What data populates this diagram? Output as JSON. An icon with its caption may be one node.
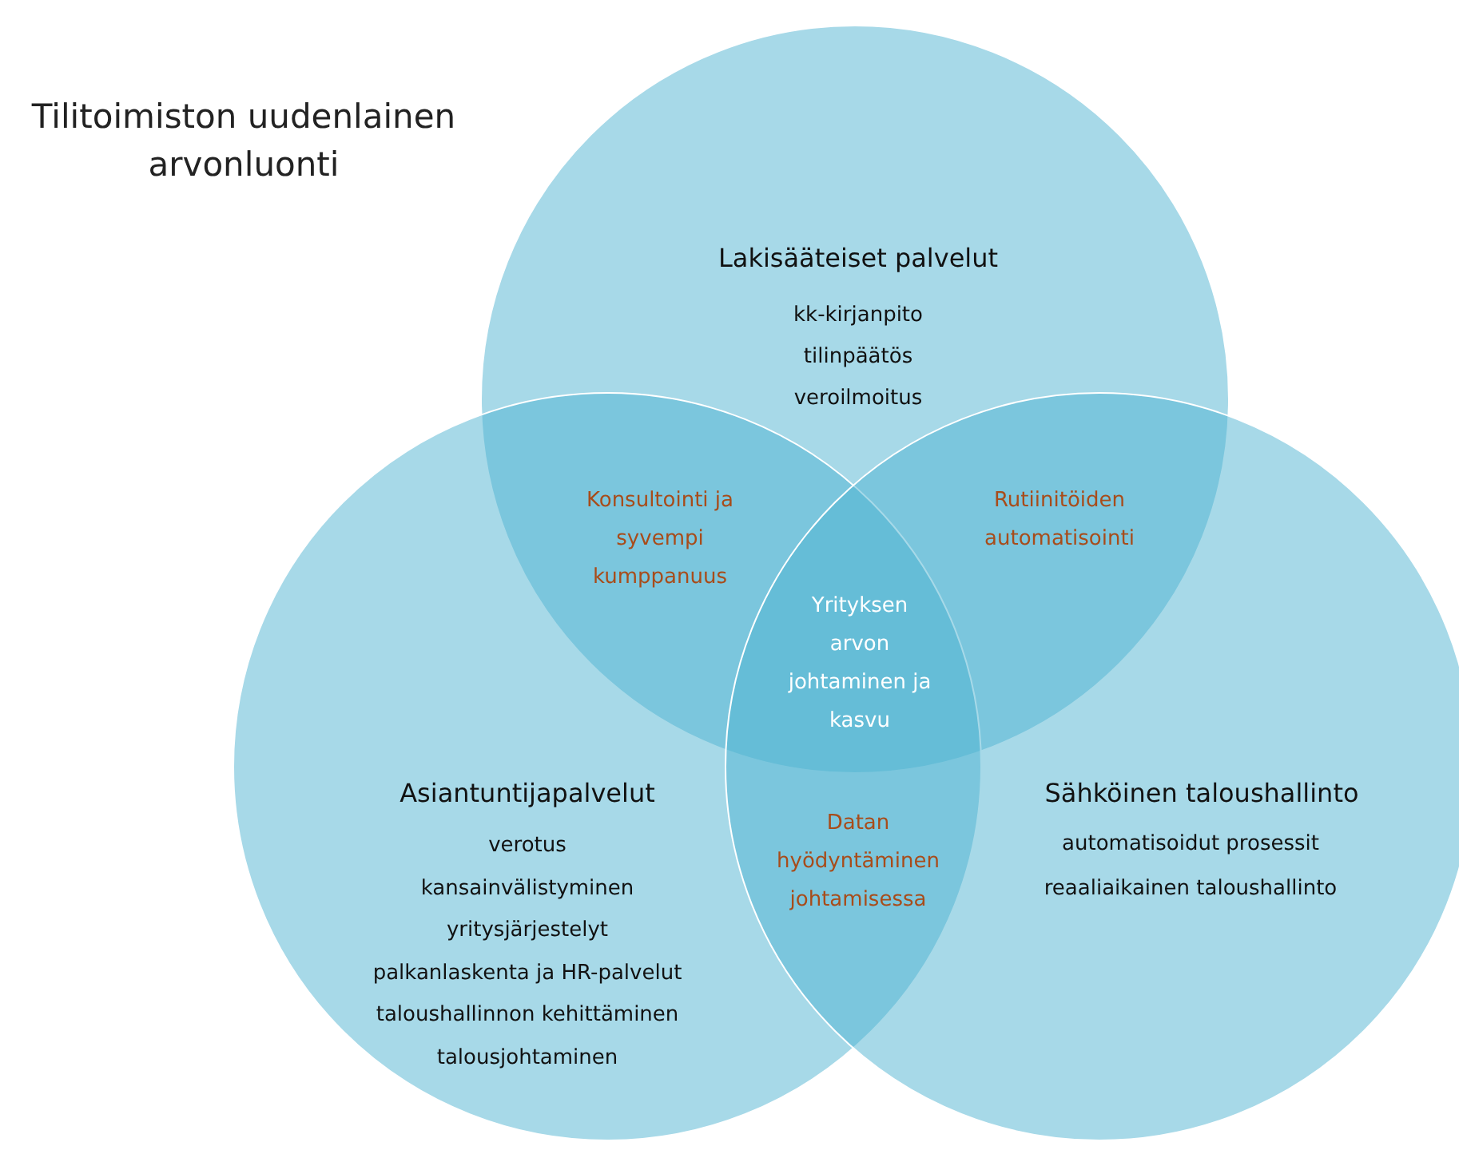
{
  "diagram": {
    "title": "Tilitoimiston uudenlainen arvonluonti",
    "nodes": [
      {
        "text": [
          "Lakisääteiset palvelut",
          "kk-kirjanpito",
          "tilinpäätös",
          "veroilmoitus"
        ]
      },
      {
        "text": [
          "Asiantuntijapalvelut",
          "verotus",
          "kansainvälistyminen",
          "yritysjärjestelyt",
          "palkanlaskenta ja HR-palvelut",
          "taloushallinnon kehittäminen",
          "talousjohtaminen"
        ]
      },
      {
        "text": [
          "Sähköinen taloushallinto",
          "automatisoidut prosessit",
          "reaaliaikainen taloushallinto"
        ]
      }
    ],
    "edges": [],
    "labels": [
      "Konsultointi ja syvempi kumppanuus",
      "Rutiinitöiden automatisointi",
      "Yrityksen arvon johtaminen ja kasvu",
      "Datan hyödyntäminen johtamisessa"
    ]
  }
}
